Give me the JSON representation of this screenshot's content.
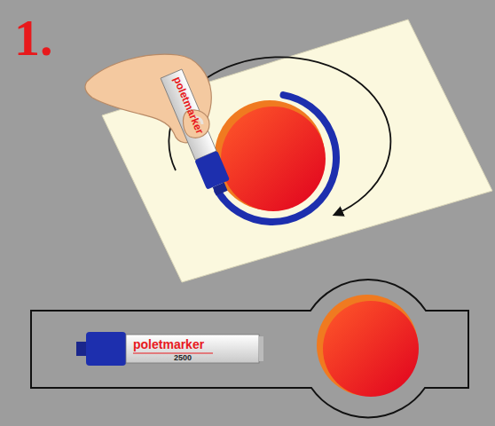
{
  "diagram": {
    "labels": [
      "1.",
      "poletmarker",
      "poletmarker",
      "2500"
    ]
  }
}
